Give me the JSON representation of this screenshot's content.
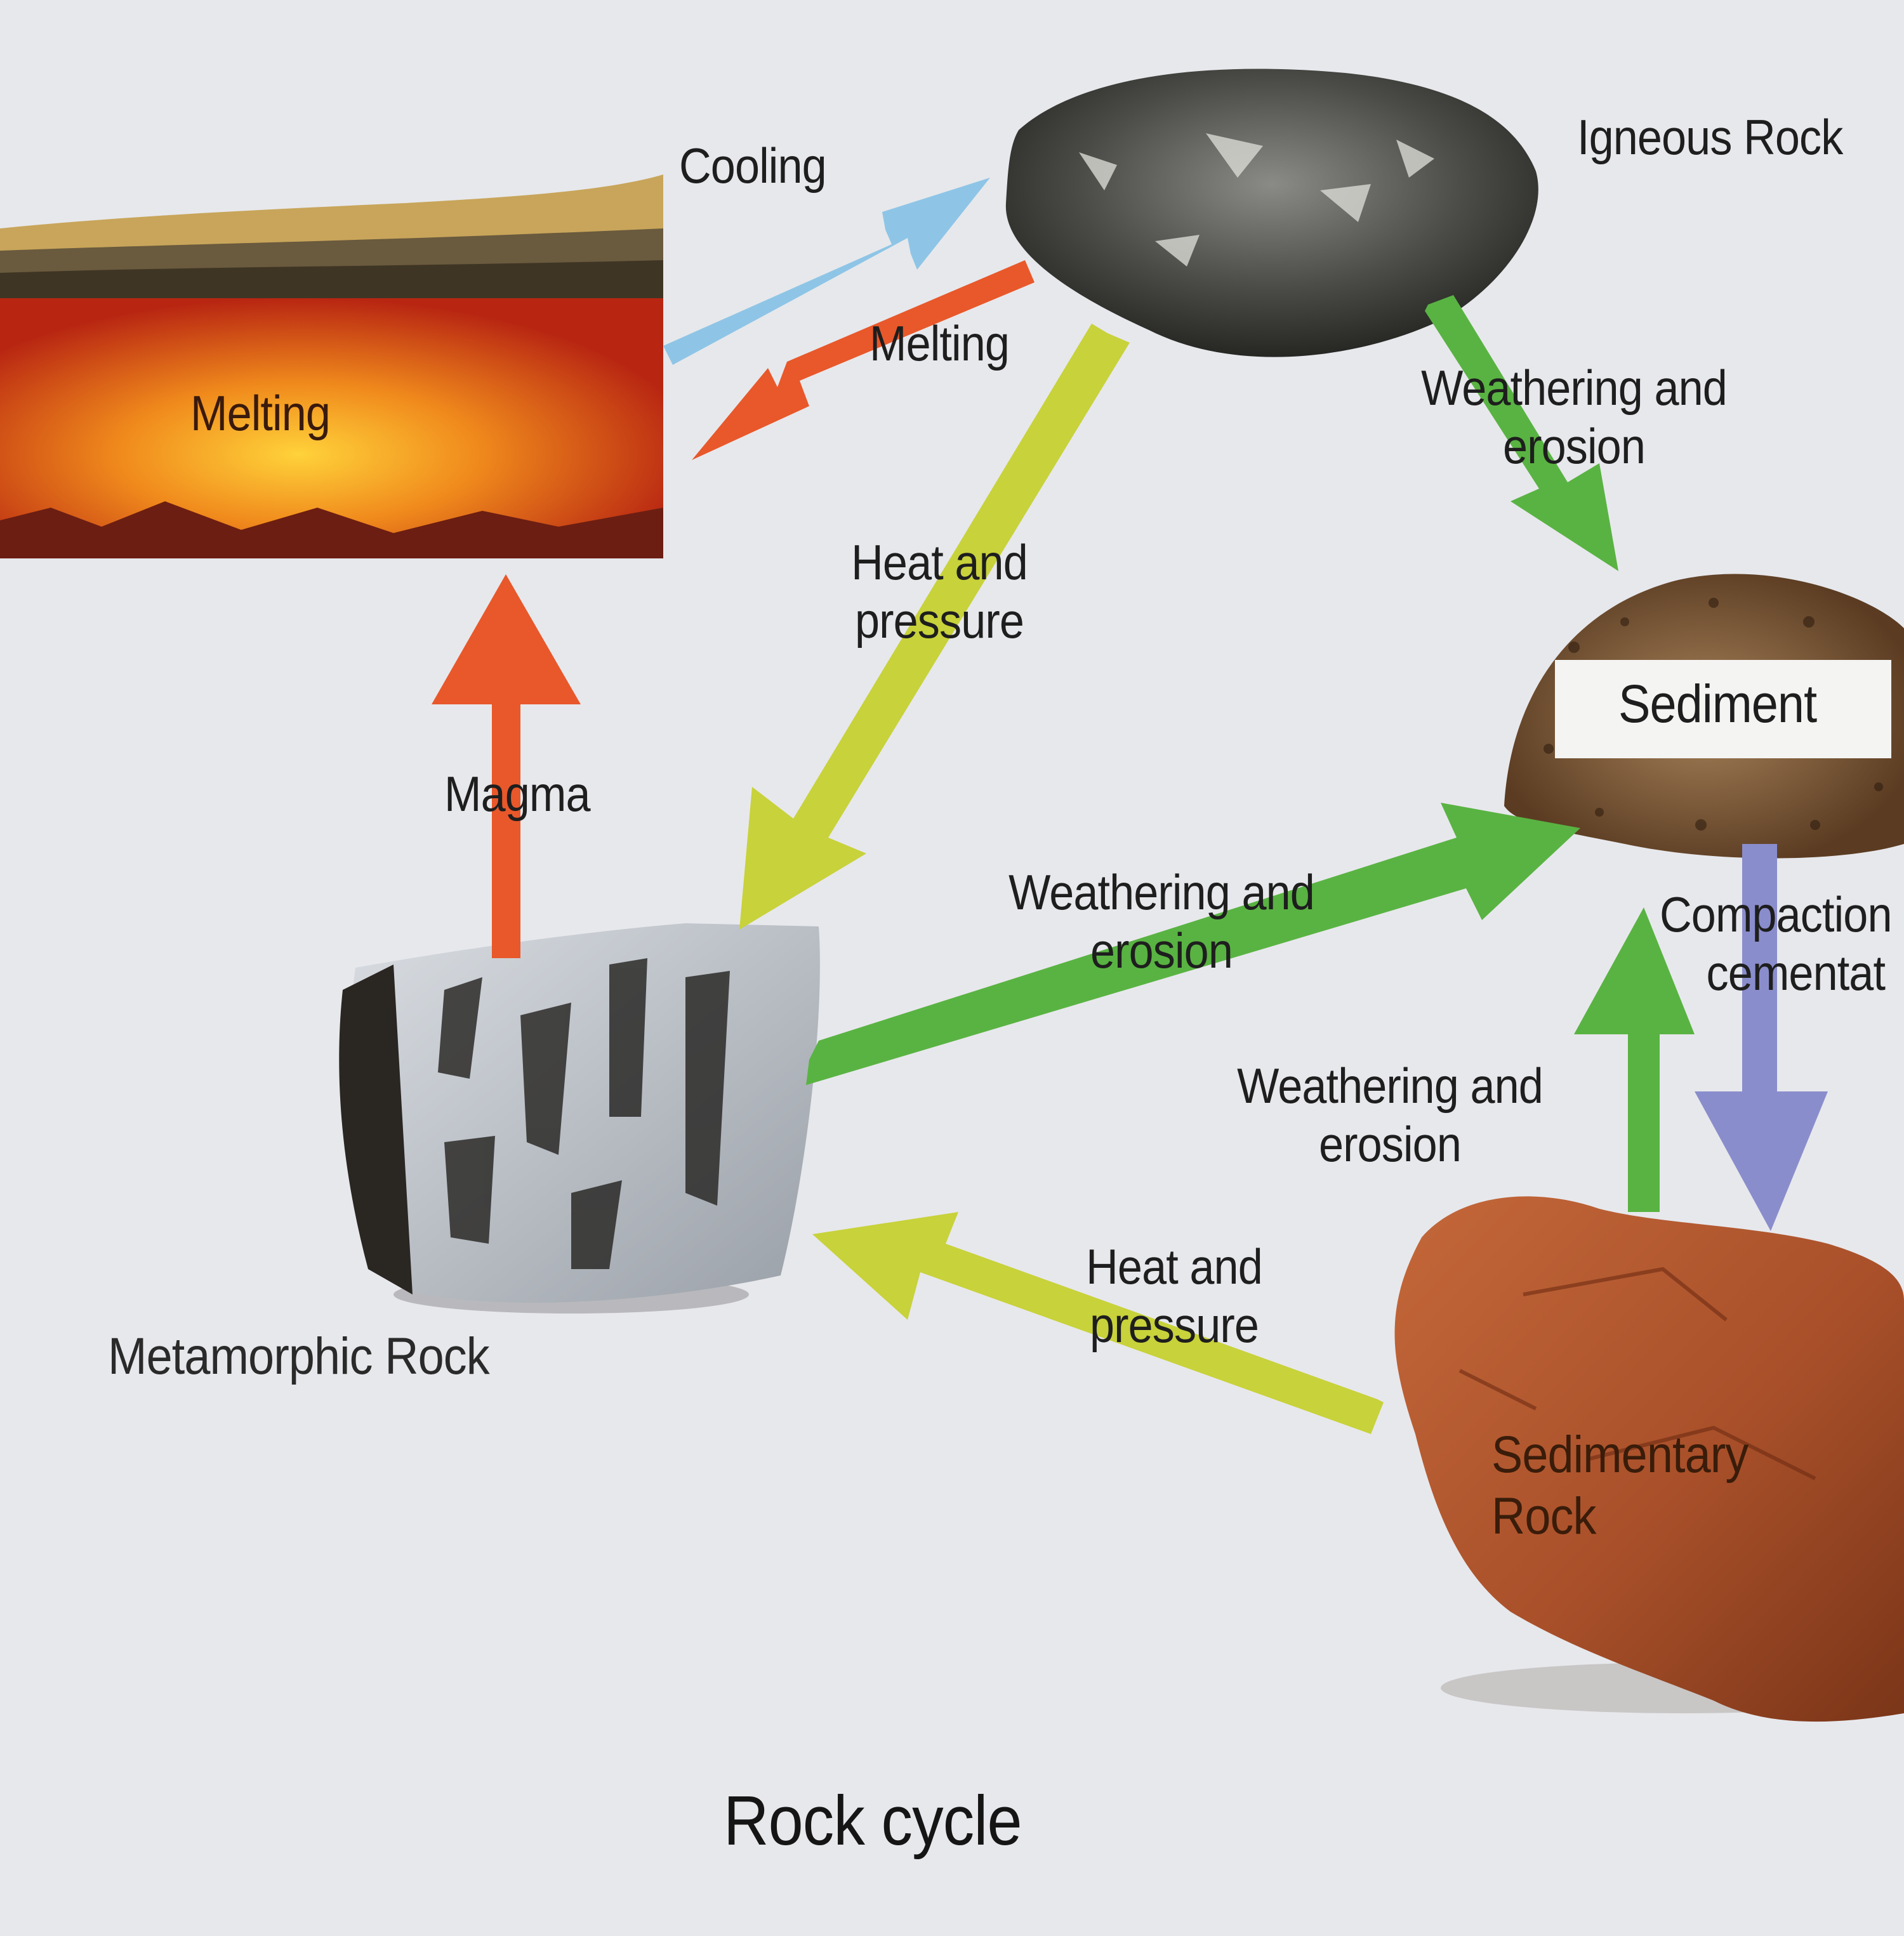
{
  "diagram": {
    "title": "Rock cycle",
    "nodes": {
      "igneous": "Igneous Rock",
      "melting_chamber": "Melting",
      "sediment": "Sediment",
      "metamorphic": "Metamorphic Rock",
      "sedimentary": "Sedimentary Rock"
    },
    "edges": {
      "cooling": "Cooling",
      "melting": "Melting",
      "magma": "Magma",
      "igneous_weathering": [
        "Weathering and",
        "erosion"
      ],
      "igneous_heat": [
        "Heat and",
        "pressure"
      ],
      "metamorphic_weathering": [
        "Weathering and",
        "erosion"
      ],
      "sedimentary_weathering": [
        "Weathering and",
        "erosion"
      ],
      "sedimentary_heat": [
        "Heat and",
        "pressure"
      ],
      "compaction": [
        "Compaction",
        "cementat"
      ]
    },
    "colors": {
      "cooling": "#8ec5e6",
      "melting": "#e8582a",
      "heat_pressure": "#c8d23a",
      "weathering": "#59b342",
      "compaction": "#8a8dcc"
    }
  }
}
